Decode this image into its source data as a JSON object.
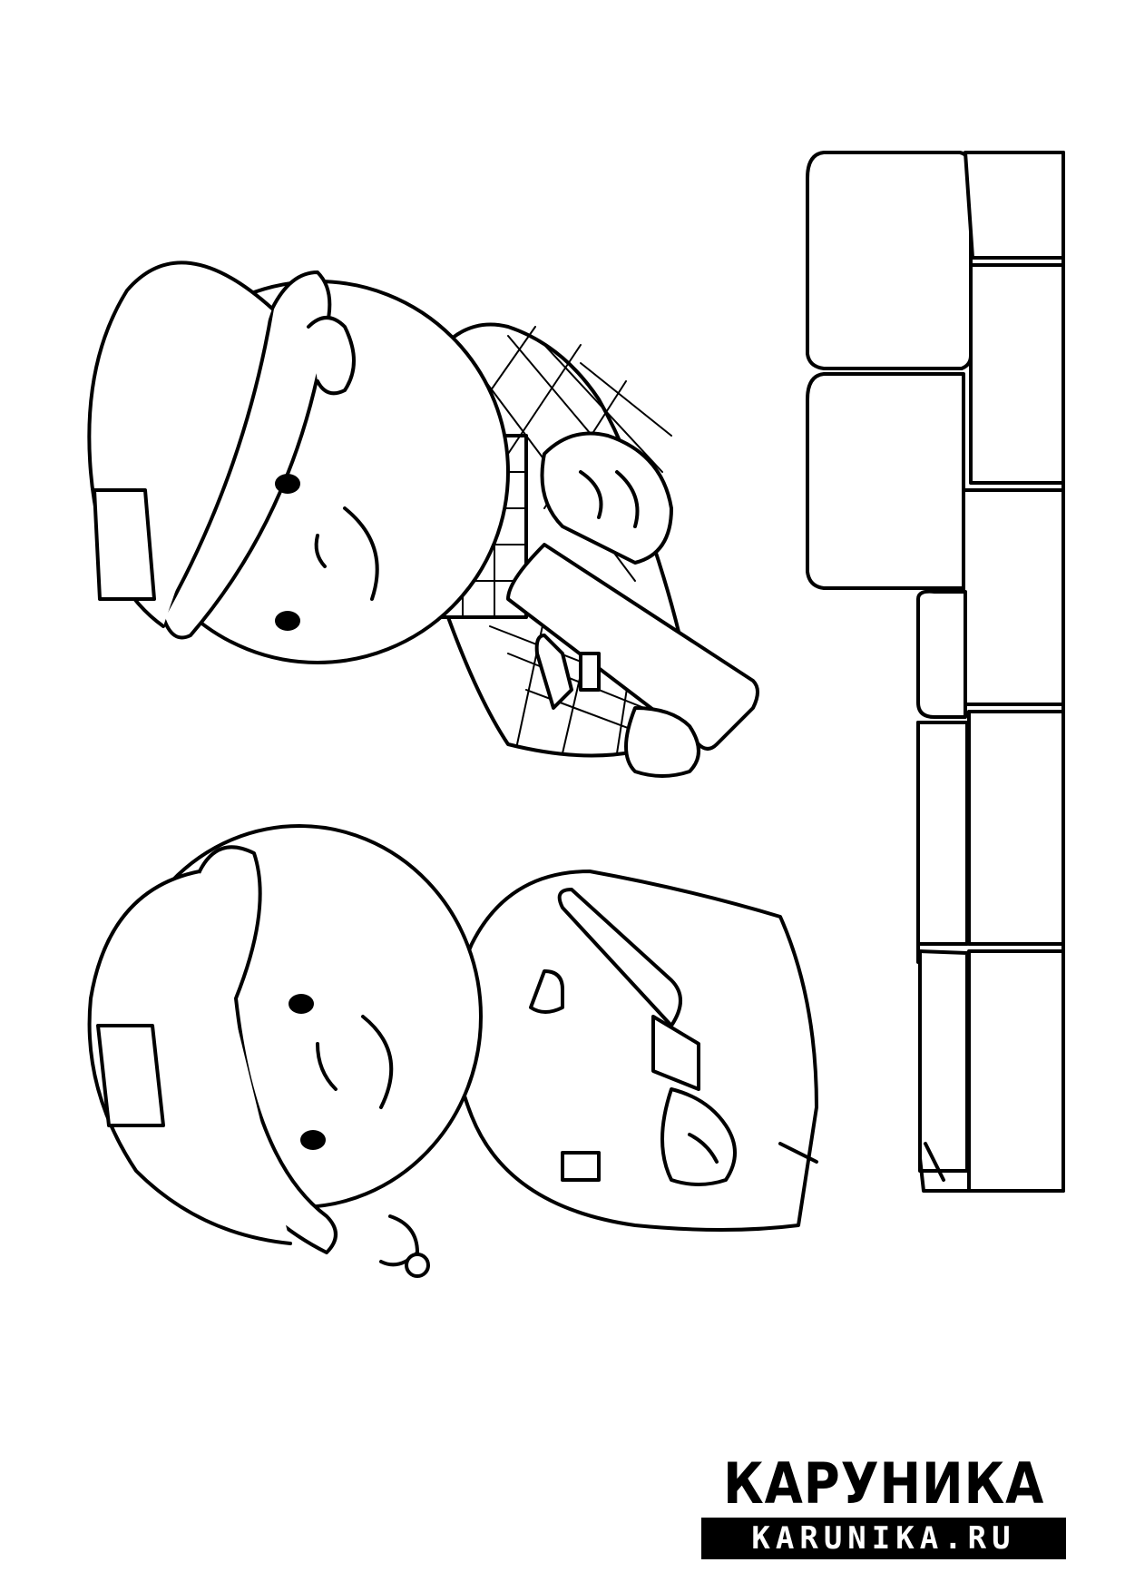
{
  "logo": {
    "title": "КАРУНИКА",
    "url": "KARUNIKA.RU"
  },
  "illustration": {
    "icon": "two-builders-line-art",
    "stroke_color": "#000000",
    "background_color": "#ffffff"
  }
}
